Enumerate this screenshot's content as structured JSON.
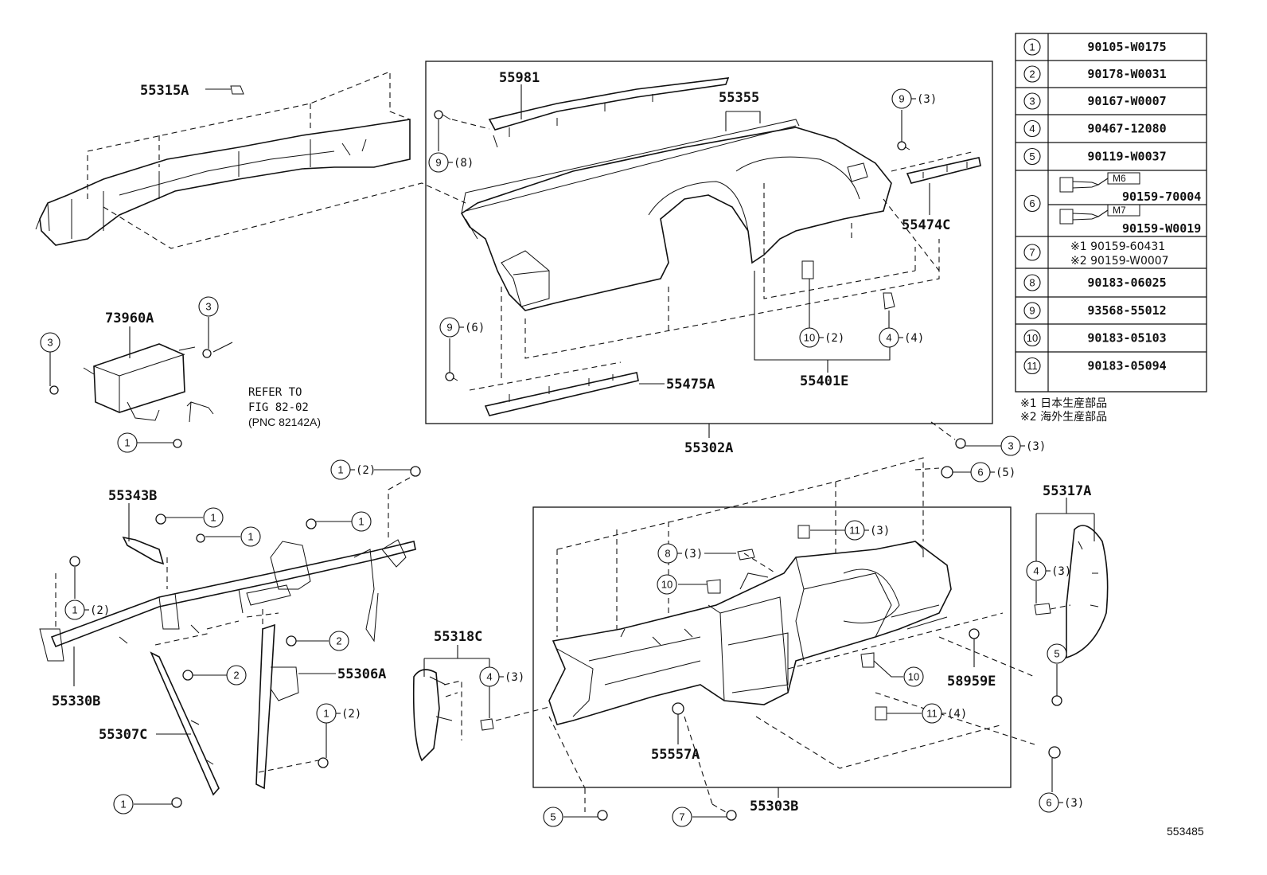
{
  "parts": {
    "p55315A": "55315A",
    "p55981": "55981",
    "p55355": "55355",
    "p55474C": "55474C",
    "p55475A": "55475A",
    "p55401E": "55401E",
    "p55302A": "55302A",
    "p73960A": "73960A",
    "p55343B": "55343B",
    "p55330B": "55330B",
    "p55307C": "55307C",
    "p55306A": "55306A",
    "p55318C": "55318C",
    "p55317A": "55317A",
    "p58959E": "58959E",
    "p55557A": "55557A",
    "p55303B": "55303B"
  },
  "refer": {
    "line1": "REFER TO",
    "line2": "FIG 82-02",
    "line3": "(PNC 82142A)"
  },
  "callouts": {
    "c9_8": {
      "num": "9",
      "qty": "(8)"
    },
    "c9_3": {
      "num": "9",
      "qty": "(3)"
    },
    "c9_6": {
      "num": "9",
      "qty": "(6)"
    },
    "c10_2": {
      "num": "10",
      "qty": "(2)"
    },
    "c4_4": {
      "num": "4",
      "qty": "(4)"
    },
    "c3_a": {
      "num": "3"
    },
    "c3_b": {
      "num": "3"
    },
    "c1_a": {
      "num": "1"
    },
    "c3_3": {
      "num": "3",
      "qty": "(3)"
    },
    "c6_5": {
      "num": "6",
      "qty": "(5)"
    },
    "c1_2a": {
      "num": "1",
      "qty": "(2)"
    },
    "c1_b": {
      "num": "1"
    },
    "c1_c": {
      "num": "1"
    },
    "c1_d": {
      "num": "1"
    },
    "c1_2b": {
      "num": "1",
      "qty": "(2)"
    },
    "c2_a": {
      "num": "2"
    },
    "c2_b": {
      "num": "2"
    },
    "c1_2c": {
      "num": "1",
      "qty": "(2)"
    },
    "c1_e": {
      "num": "1"
    },
    "c8_3": {
      "num": "8",
      "qty": "(3)"
    },
    "c11_3": {
      "num": "11",
      "qty": "(3)"
    },
    "c10_a": {
      "num": "10"
    },
    "c10_b": {
      "num": "10"
    },
    "c11_4": {
      "num": "11",
      "qty": "(4)"
    },
    "c4_3a": {
      "num": "4",
      "qty": "(3)"
    },
    "c4_3b": {
      "num": "4",
      "qty": "(3)"
    },
    "c5_a": {
      "num": "5"
    },
    "c5_b": {
      "num": "5"
    },
    "c7": {
      "num": "7"
    },
    "c6_3": {
      "num": "6",
      "qty": "(3)"
    }
  },
  "table": {
    "rows": [
      {
        "num": "1",
        "code": "90105-W0175"
      },
      {
        "num": "2",
        "code": "90178-W0031"
      },
      {
        "num": "3",
        "code": "90167-W0007"
      },
      {
        "num": "4",
        "code": "90467-12080"
      },
      {
        "num": "5",
        "code": "90119-W0037"
      },
      {
        "num": "6",
        "size_a": "M6",
        "code_a": "90159-70004",
        "size_b": "M7",
        "code_b": "90159-W0019"
      },
      {
        "num": "7",
        "code_a": "※1 90159-60431",
        "code_b": "※2 90159-W0007"
      },
      {
        "num": "8",
        "code": "90183-06025"
      },
      {
        "num": "9",
        "code": "93568-55012"
      },
      {
        "num": "10",
        "code": "90183-05103"
      },
      {
        "num": "11",
        "code": "90183-05094"
      }
    ],
    "notes": [
      "※1 日本生産部品",
      "※2 海外生産部品"
    ]
  },
  "figure_id": "553485"
}
